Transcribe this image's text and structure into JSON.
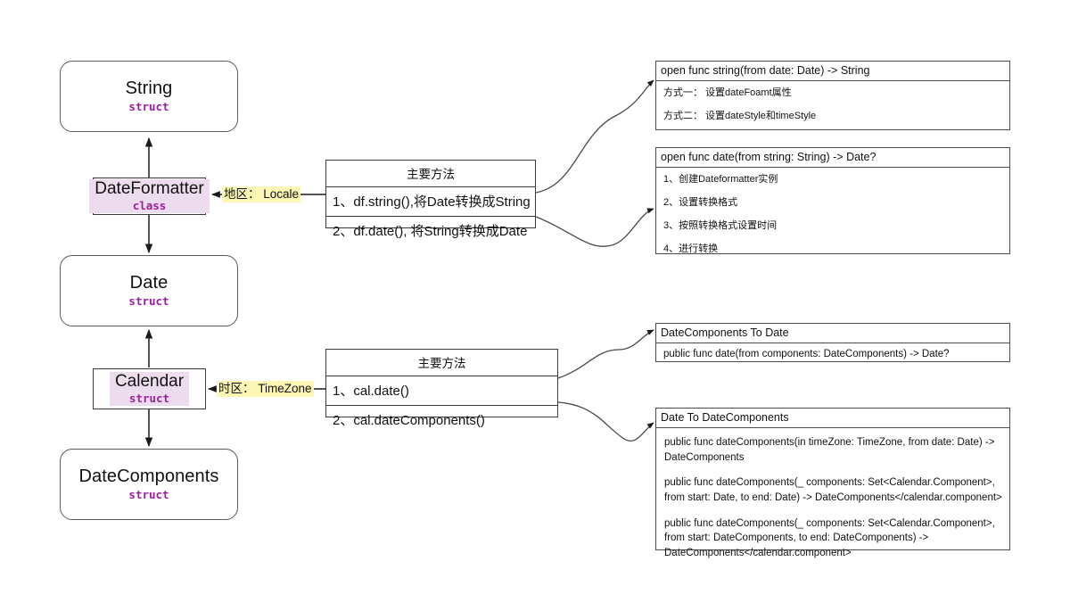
{
  "types": [
    {
      "name": "String",
      "kind": "struct"
    },
    {
      "name": "Date",
      "kind": "struct"
    },
    {
      "name": "DateComponents",
      "kind": "struct"
    }
  ],
  "classes": [
    {
      "name": "DateFormatter",
      "kind": "class"
    },
    {
      "name": "Calendar",
      "kind": "struct"
    }
  ],
  "edge_labels": [
    {
      "text": "地区： Locale"
    },
    {
      "text": "时区： TimeZone"
    }
  ],
  "method_tables": [
    {
      "header": "主要方法",
      "rows": [
        "1、df.string(),将Date转换成String",
        "2、df.date(), 将String转换成Date"
      ]
    },
    {
      "header": "主要方法",
      "rows": [
        "1、cal.date()",
        "2、cal.dateComponents()"
      ]
    }
  ],
  "panels": [
    {
      "header": "open func string(from date: Date) -> String",
      "items": [
        "方式一：  设置dateFoamt属性",
        "方式二：  设置dateStyle和timeStyle"
      ]
    },
    {
      "header": "open func date(from string: String) -> Date?",
      "items": [
        "1、创建Dateformatter实例",
        "2、设置转换格式",
        "3、按照转换格式设置时间",
        "4、进行转换"
      ]
    },
    {
      "header": "DateComponents To Date",
      "items": [
        "public func date(from components: DateComponents) -> Date?"
      ]
    },
    {
      "header": "Date To DateComponents",
      "items": [
        "public func dateComponents(in timeZone: TimeZone, from date: Date) -> DateComponents",
        "public func dateComponents(_ components: Set<Calendar.Component>, from start: Date, to end: Date) -> DateComponents</calendar.component>",
        "public func dateComponents(_ components: Set<Calendar.Component>, from start: DateComponents, to end: DateComponents) -> DateComponents</calendar.component>"
      ]
    }
  ],
  "colors": {
    "accent_kind": "#9b1fa0",
    "class_highlight": "#eddced",
    "edge_label_highlight": "#fdf7b5",
    "stroke": "#3a3a3a",
    "background": "#ffffff"
  }
}
